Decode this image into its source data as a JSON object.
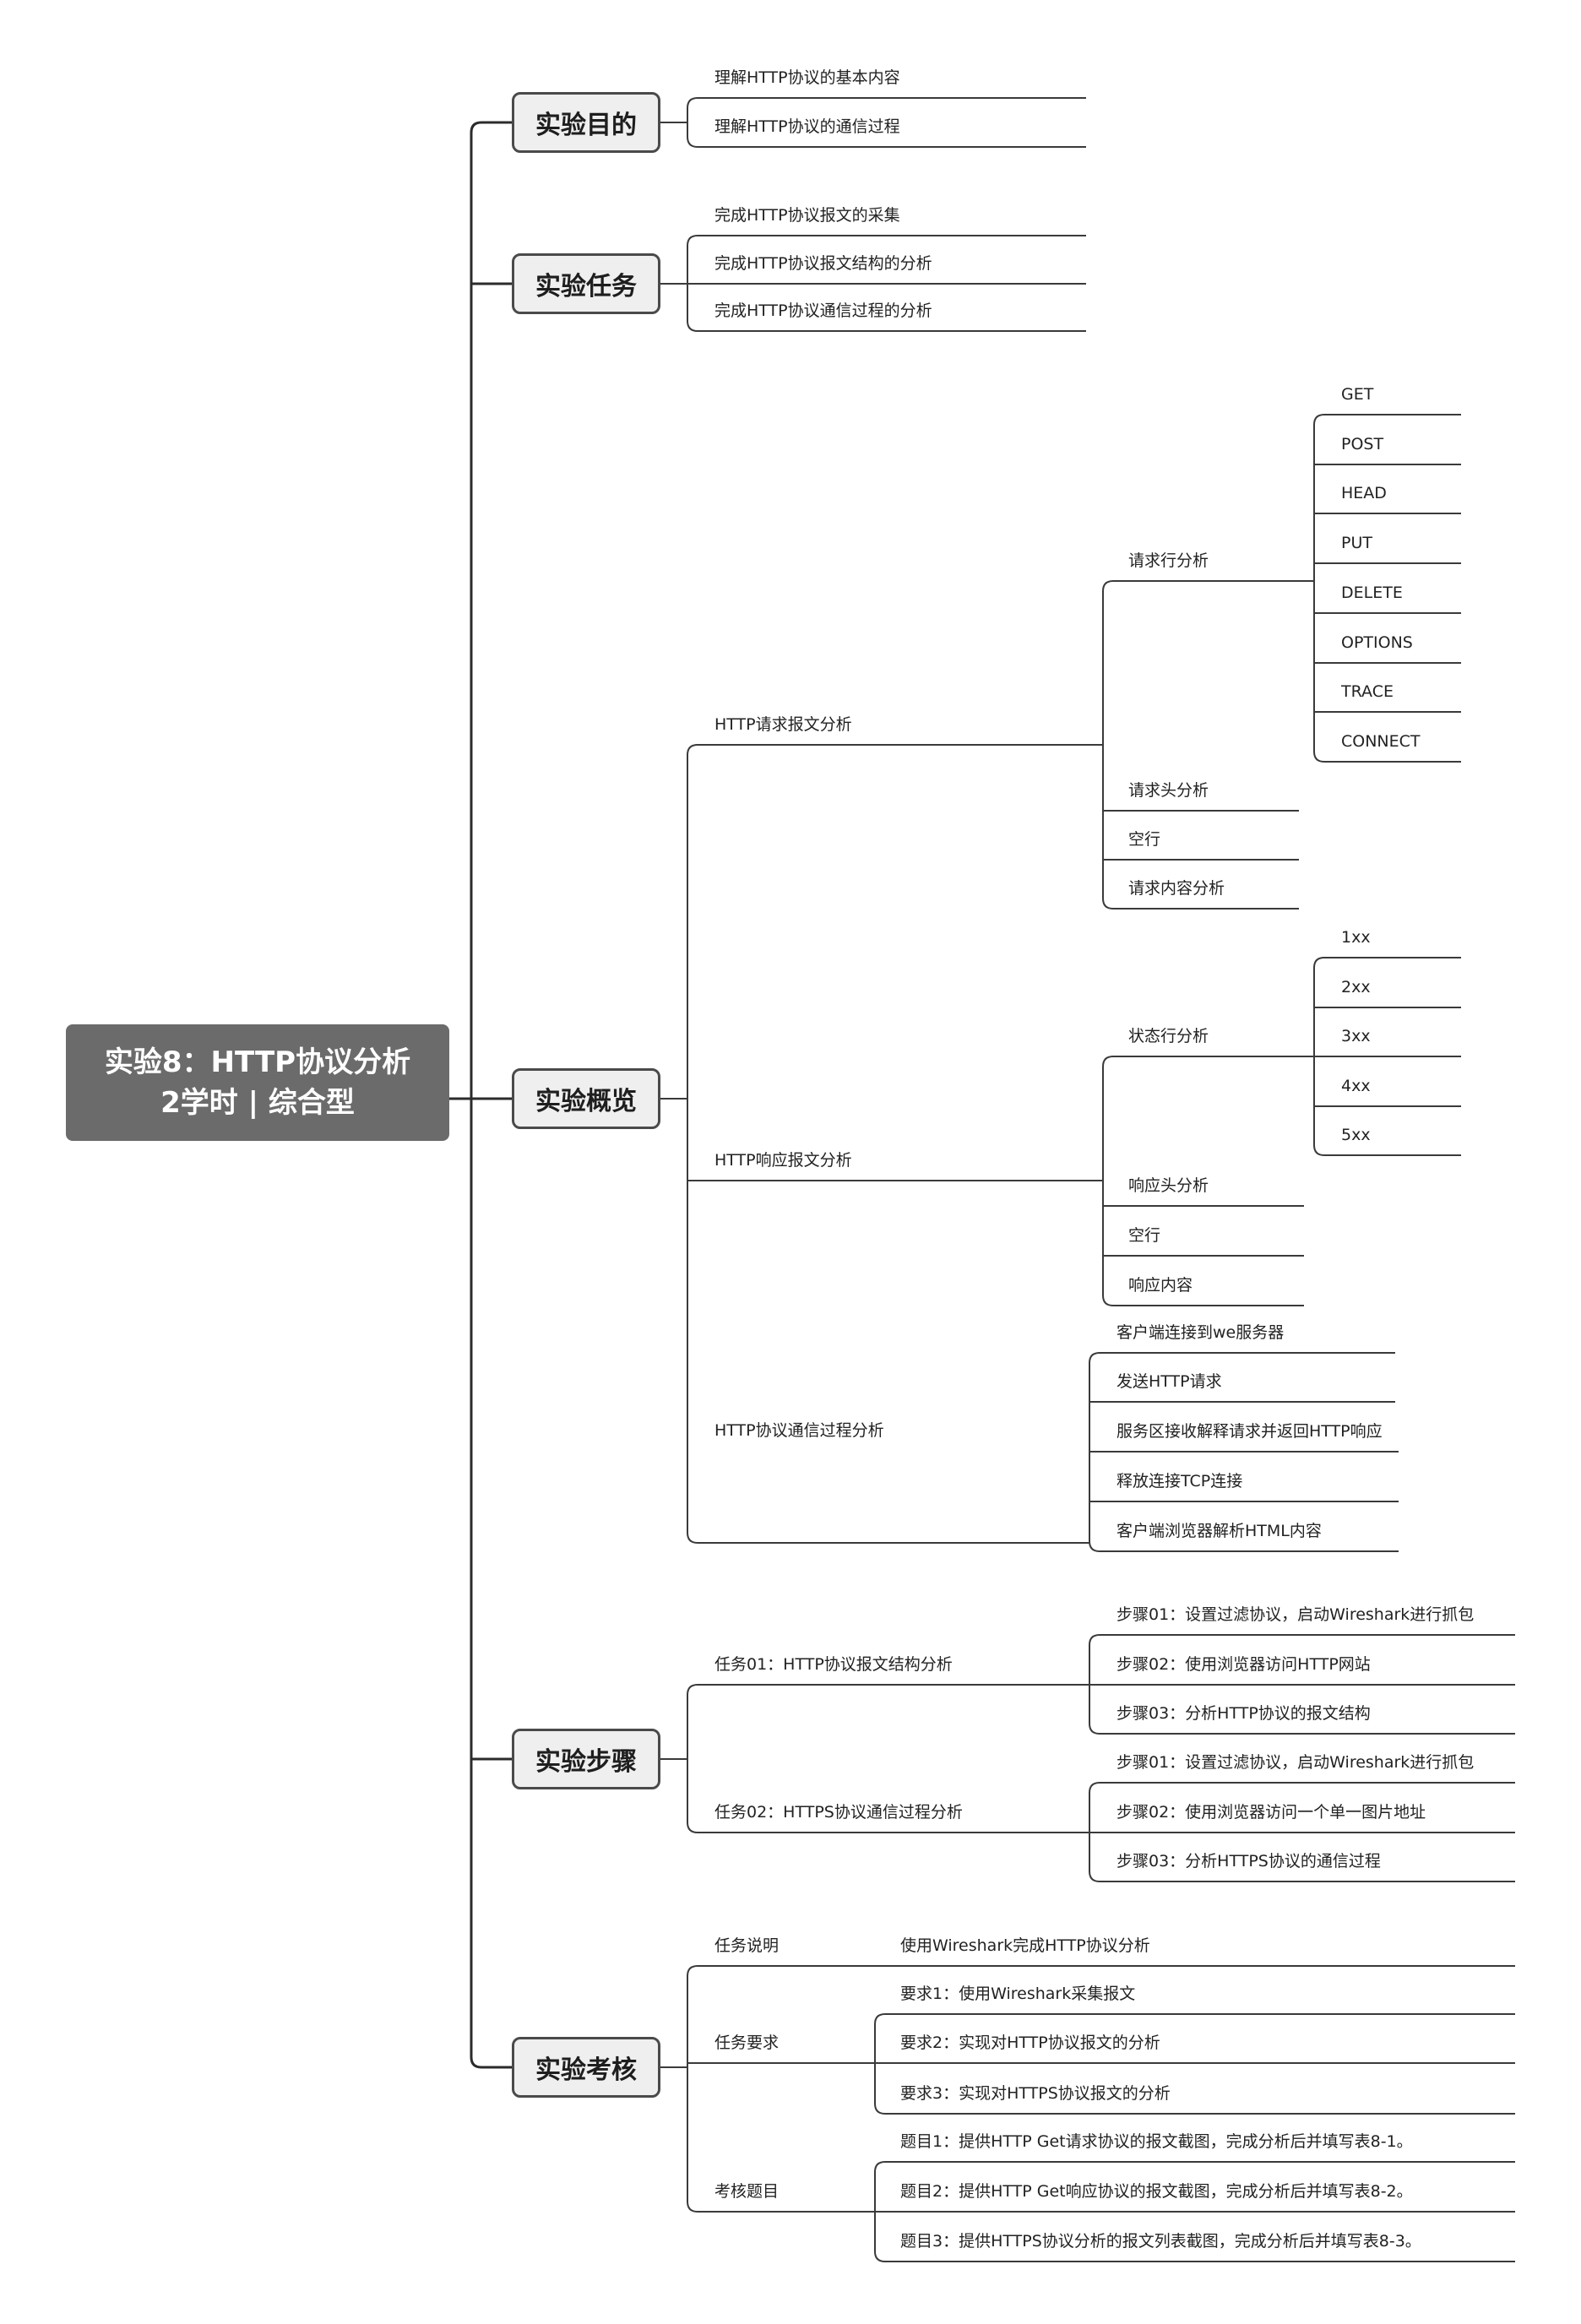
{
  "root": {
    "line1": "实验8：HTTP协议分析",
    "line2": "2学时 | 综合型"
  },
  "main": {
    "objective": "实验目的",
    "tasks": "实验任务",
    "overview": "实验概览",
    "steps": "实验步骤",
    "assessment": "实验考核"
  },
  "objective": [
    "理解HTTP协议的基本内容",
    "理解HTTP协议的通信过程"
  ],
  "tasks": [
    "完成HTTP协议报文的采集",
    "完成HTTP协议报文结构的分析",
    "完成HTTP协议通信过程的分析"
  ],
  "overview": {
    "request": {
      "label": "HTTP请求报文分析",
      "request_line": "请求行分析",
      "methods": [
        "GET",
        "POST",
        "HEAD",
        "PUT",
        "DELETE",
        "OPTIONS",
        "TRACE",
        "CONNECT"
      ],
      "header": "请求头分析",
      "blank": "空行",
      "body": "请求内容分析"
    },
    "response": {
      "label": "HTTP响应报文分析",
      "status_line": "状态行分析",
      "codes": [
        "1xx",
        "2xx",
        "3xx",
        "4xx",
        "5xx"
      ],
      "header": "响应头分析",
      "blank": "空行",
      "body": "响应内容"
    },
    "process": {
      "label": "HTTP协议通信过程分析",
      "items": [
        "客户端连接到we服务器",
        "发送HTTP请求",
        "服务区接收解释请求并返回HTTP响应",
        "释放连接TCP连接",
        "客户端浏览器解析HTML内容"
      ]
    }
  },
  "steps": {
    "task1": {
      "label": "任务01：HTTP协议报文结构分析",
      "items": [
        "步骤01：设置过滤协议，启动Wireshark进行抓包",
        "步骤02：使用浏览器访问HTTP网站",
        "步骤03：分析HTTP协议的报文结构"
      ]
    },
    "task2": {
      "label": "任务02：HTTPS协议通信过程分析",
      "items": [
        "步骤01：设置过滤协议，启动Wireshark进行抓包",
        "步骤02：使用浏览器访问一个单一图片地址",
        "步骤03：分析HTTPS协议的通信过程"
      ]
    }
  },
  "assessment": {
    "desc_label": "任务说明",
    "desc": "使用Wireshark完成HTTP协议分析",
    "req_label": "任务要求",
    "reqs": [
      "要求1：使用Wireshark采集报文",
      "要求2：实现对HTTP协议报文的分析",
      "要求3：实现对HTTPS协议报文的分析"
    ],
    "q_label": "考核题目",
    "questions": [
      "题目1：提供HTTP Get请求协议的报文截图，完成分析后并填写表8-1。",
      "题目2：提供HTTP Get响应协议的报文截图，完成分析后并填写表8-2。",
      "题目3：提供HTTPS协议分析的报文列表截图，完成分析后并填写表8-3。"
    ]
  }
}
